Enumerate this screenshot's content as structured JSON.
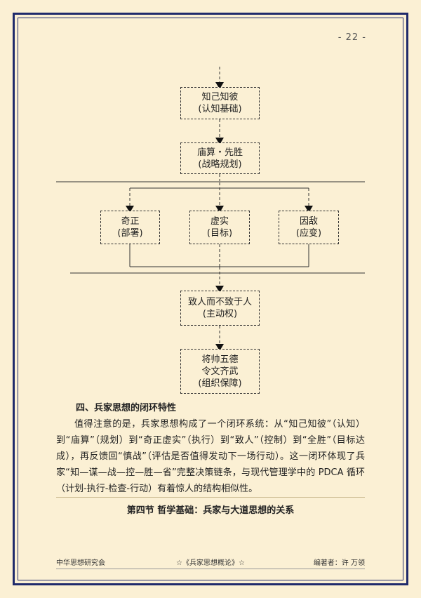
{
  "page_number": "- 22 -",
  "nodes": {
    "n1": {
      "line1": "知己知彼",
      "line2": "(认知基础)"
    },
    "n2": {
      "line1": "庙算・先胜",
      "line2": "(战略规划)"
    },
    "n3": {
      "line1": "奇正",
      "line2": "(部署)"
    },
    "n4": {
      "line1": "虚实",
      "line2": "(目标)"
    },
    "n5": {
      "line1": "因敌",
      "line2": "(应变)"
    },
    "n6": {
      "line1": "致人而不致于人",
      "line2": "(主动权)"
    },
    "n7": {
      "line1": "将帅五德",
      "line2": "令文齐武",
      "line3": "(组织保障)"
    }
  },
  "section4": {
    "heading": "四、兵家思想的闭环特性",
    "paragraph": "值得注意的是，兵家思想构成了一个闭环系统：从“知己知彼”（认知）到“庙算”（规划）到“奇正虚实”（执行）到“致人”（控制）到“全胜”（目标达成），再反馈回“慎战”（评估是否值得发动下一场行动）。这一闭环体现了兵家“知—谋—战—控—胜—省”完整决策链条，与现代管理学中的 PDCA 循环（计划-执行-检查-行动）有着惊人的结构相似性。"
  },
  "next_section_title": "第四节  哲学基础：兵家与大道思想的关系",
  "footer": {
    "left": "中华思想研究会",
    "center": "☆《兵家思想概论》☆",
    "right": "编著者：许 万领"
  }
}
